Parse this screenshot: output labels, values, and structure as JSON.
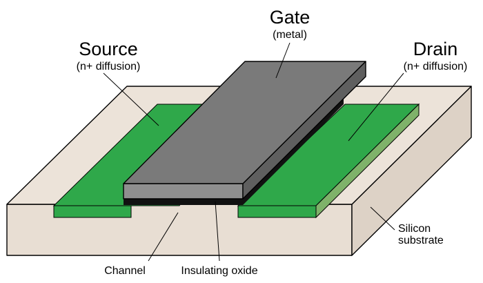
{
  "labels": {
    "gate": {
      "title": "Gate",
      "sub": "(metal)"
    },
    "source": {
      "title": "Source",
      "sub": "(n+ diffusion)"
    },
    "drain": {
      "title": "Drain",
      "sub": "(n+ diffusion)"
    },
    "channel": "Channel",
    "oxide": "Insulating oxide",
    "substrate": {
      "line1": "Silicon",
      "line2": "substrate"
    }
  },
  "colors": {
    "substrate_top": "#ece3d9",
    "substrate_front": "#e8ded3",
    "substrate_side": "#ddd2c6",
    "diffusion": "#2fa84a",
    "diffusion_side": "#7fb26a",
    "gate_top": "#7a7a7a",
    "gate_front": "#8f8f8f",
    "gate_side": "#5f5f5f",
    "oxide": "#111111"
  }
}
